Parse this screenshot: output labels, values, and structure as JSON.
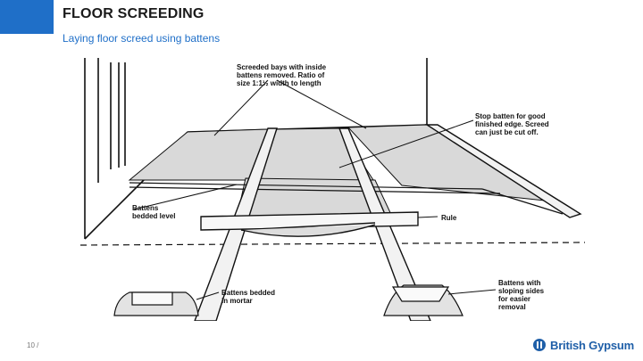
{
  "header": {
    "title": "FLOOR SCREEDING",
    "subtitle": "Laying floor screed using battens",
    "accent_color": "#1f6fc8"
  },
  "diagram": {
    "labels": {
      "screeded_bays": [
        "Screeded bays with inside",
        "battens removed. Ratio of",
        "size 1:1½ width to length"
      ],
      "stop_batten": [
        "Stop batten for good",
        "finished edge. Screed",
        "can just be cut off."
      ],
      "battens_bedded_level": [
        "Battens",
        "bedded level"
      ],
      "rule": [
        "Rule"
      ],
      "battens_bedded_mortar": [
        "Battens bedded",
        "in mortar"
      ],
      "battens_sloping": [
        "Battens with",
        "sloping sides",
        "for easier",
        "removal"
      ]
    }
  },
  "footer": {
    "page_number": "10 /",
    "brand": "British Gypsum",
    "brand_icon": "british-gypsum-logo-icon"
  }
}
